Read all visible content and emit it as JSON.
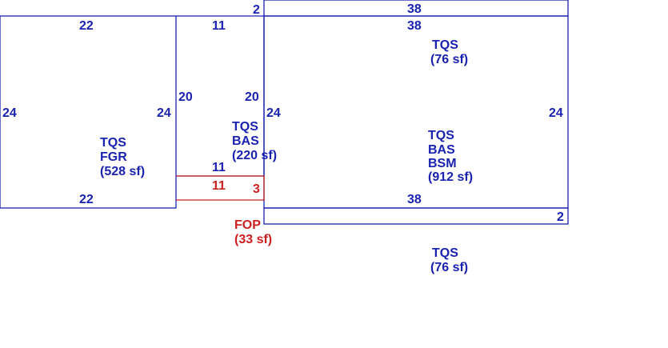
{
  "colors": {
    "blue": "#1a22b0",
    "red": "#cc1f1f",
    "background": "#ffffff"
  },
  "areas": {
    "fgr": {
      "lines": [
        "TQS",
        "FGR",
        "(528 sf)"
      ]
    },
    "bas_left": {
      "lines": [
        "TQS",
        "BAS",
        "(220 sf)"
      ]
    },
    "main": {
      "lines": [
        "TQS",
        "BAS",
        "BSM",
        "(912 sf)"
      ]
    },
    "top_strip": {
      "lines": [
        "TQS",
        "(76 sf)"
      ]
    },
    "bottom_strip": {
      "lines": [
        "TQS",
        "(76 sf)"
      ]
    },
    "fop": {
      "lines": [
        "FOP",
        "(33 sf)"
      ]
    }
  },
  "dimensions": {
    "fgr_top": "22",
    "fgr_bottom": "22",
    "fgr_left": "24",
    "fgr_right": "24",
    "bas_top": "11",
    "bas_bottom": "11",
    "bas_left": "20",
    "bas_right": "20",
    "top_strip_height": "2",
    "top_strip_width": "38",
    "main_top": "38",
    "main_bottom": "38",
    "main_left": "24",
    "main_right": "24",
    "bottom_strip_height": "2",
    "fop_width": "11",
    "fop_depth": "3"
  }
}
